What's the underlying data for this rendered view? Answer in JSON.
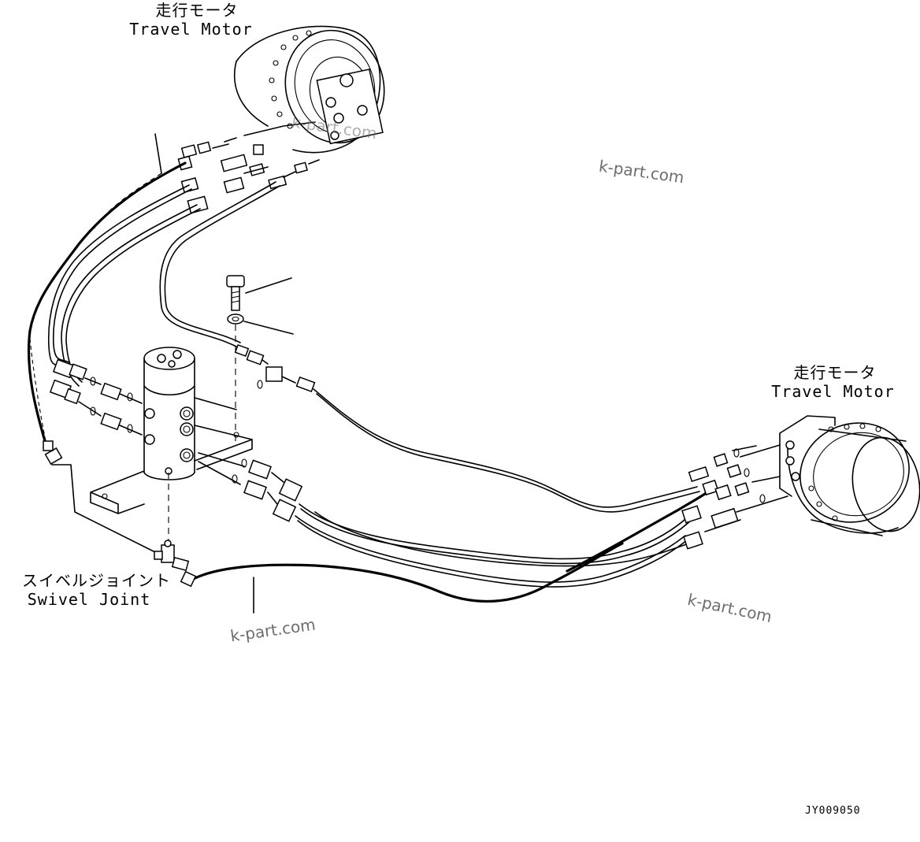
{
  "labels": {
    "travel_motor_top_jp": "走行モータ",
    "travel_motor_top_en": "Travel Motor",
    "travel_motor_right_jp": "走行モータ",
    "travel_motor_right_en": "Travel Motor",
    "swivel_joint_jp": "スイベルジョイント",
    "swivel_joint_en": "Swivel Joint"
  },
  "watermark": "k-part.com",
  "drawing_code": "JY009050"
}
